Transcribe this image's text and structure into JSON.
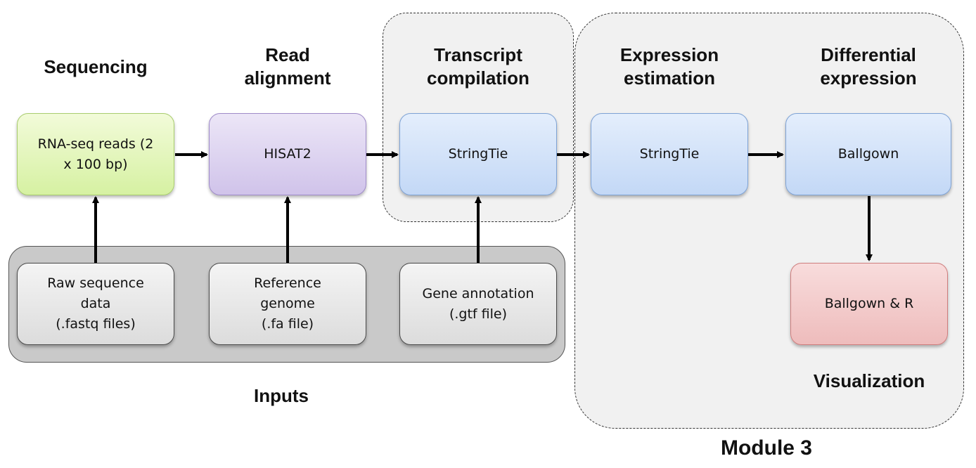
{
  "diagram": {
    "stages": {
      "sequencing": "Sequencing",
      "alignment": "Read\nalignment",
      "compilation": "Transcript\ncompilation",
      "estimation": "Expression\nestimation",
      "differential": "Differential\nexpression",
      "visualization": "Visualization"
    },
    "groups": {
      "inputs": "Inputs",
      "module": "Module 3"
    },
    "tools": {
      "reads": "RNA-seq reads (2\nx 100 bp)",
      "hisat": "HISAT2",
      "stringtie_1": "StringTie",
      "stringtie_2": "StringTie",
      "ballgown": "Ballgown",
      "ballgown_r": "Ballgown & R"
    },
    "inputs": {
      "raw": "Raw sequence\ndata\n(.fastq files)",
      "reference": "Reference\ngenome\n(.fa file)",
      "annotation": "Gene annotation\n(.gtf file)"
    },
    "colors": {
      "reads": "#d6f1a2",
      "hisat": "#d0c3ea",
      "stringtie": "#c3d8f6",
      "ballgown_r": "#eebcbc",
      "inputs": "#c9c9c9"
    }
  }
}
